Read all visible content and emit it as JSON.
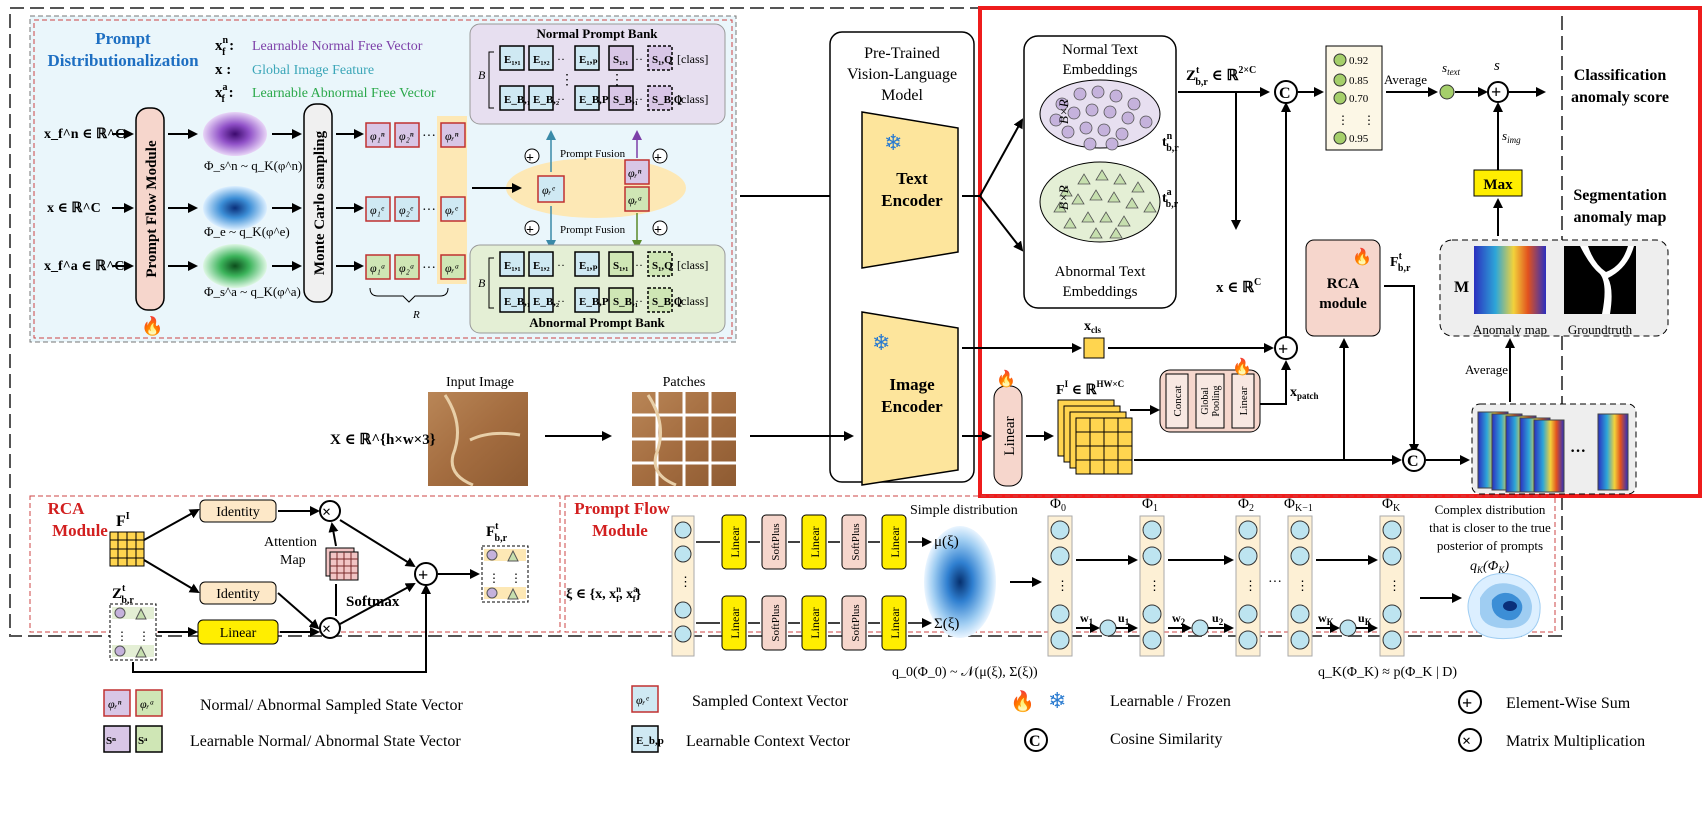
{
  "prompt_dist": {
    "title_line1": "Prompt",
    "title_line2": "Distributionalization",
    "legend_normal": "Learnable Normal Free Vector",
    "legend_global": "Global Image Feature",
    "legend_abnormal": "Learnable Abnormal Free Vector",
    "input_normal": "x_f^n ∈ ℝ^C",
    "input_global": "x ∈ ℝ^C",
    "input_abnormal": "x_f^a ∈ ℝ^C",
    "flow_module": "Prompt Flow Module",
    "mc_sampling": "Monte Carlo sampling",
    "phi_s_n": "Φ_s^n ~ q_K(φ^n)",
    "phi_e": "Φ_e ~ q_K(φ^e)",
    "phi_s_a": "Φ_s^a ~ q_K(φ^a)",
    "r_label": "R",
    "prompt_fusion": "Prompt Fusion",
    "normal_bank": "Normal Prompt Bank",
    "abnormal_bank": "Abnormal Prompt Bank",
    "class_token": "[class]",
    "b_label": "B"
  },
  "vlm": {
    "title": "Pre-Trained Vision-Language Model",
    "text_encoder": "Text Encoder",
    "image_encoder": "Image Encoder"
  },
  "input": {
    "input_image_label": "Input Image",
    "patches_label": "Patches",
    "x_label": "X ∈ ℝ^{h×w×3}"
  },
  "right": {
    "normal_text_emb": "Normal Text Embeddings",
    "abnormal_text_emb": "Abnormal Text Embeddings",
    "bxr": "B×R",
    "z_label": "Z_{b,r}^t ∈ ℝ^{2×C}",
    "t_n": "t_{b,r}^n",
    "t_a": "t_{b,r}^a",
    "scores": [
      "0.92",
      "0.85",
      "0.70",
      "0.95"
    ],
    "average": "Average",
    "s_text": "s_text",
    "s": "s",
    "s_img": "s_img",
    "classification": "Classification anomaly score",
    "max": "Max",
    "segmentation": "Segmentation anomaly map",
    "rca_module": "RCA module",
    "f_label": "F_{b,r}^t",
    "x_c": "x ∈ ℝ^C",
    "x_cls": "x_cls",
    "linear": "Linear",
    "f_i": "F^I ∈ ℝ^{HW×C}",
    "concat": "Concat",
    "global_pooling": "Global Pooling",
    "x_patch": "x_patch",
    "m_label": "M",
    "anomaly_map": "Anomaly map",
    "groundtruth": "Groundtruth",
    "average2": "Average"
  },
  "rca": {
    "title_line1": "RCA",
    "title_line2": "Module",
    "f_i": "F^I",
    "identity": "Identity",
    "attention_map": "Attention Map",
    "softmax": "Softmax",
    "z_label": "Z_{b,r}^t",
    "linear": "Linear",
    "f_out": "F_{b,r}^t"
  },
  "pfm": {
    "title_line1": "Prompt Flow",
    "title_line2": "Module",
    "xi": "ξ ∈ {x, x_f^n, x_f^a}",
    "linear": "Linear",
    "softplus": "SoftPlus",
    "simple_dist": "Simple distribution",
    "mu": "μ(ξ)",
    "sigma": "Σ(ξ)",
    "phis": [
      "Φ_0",
      "Φ_1",
      "Φ_2",
      "Φ_{K−1}",
      "Φ_K"
    ],
    "ws": [
      "w_1",
      "w_2",
      "w_K"
    ],
    "us": [
      "u_1",
      "u_2",
      "u_K"
    ],
    "q0": "q_0(Φ_0) ~ 𝒩(μ(ξ), Σ(ξ))",
    "qk": "q_K(Φ_K) ≈ p(Φ_K | D)",
    "complex_line1": "Complex distribution",
    "complex_line2": "that is closer to the true",
    "complex_line3": "posterior of prompts",
    "qk_short": "q_K(Φ_K)"
  },
  "legend": {
    "sampled_state": "Normal/ Abnormal Sampled State Vector",
    "learnable_state": "Learnable Normal/ Abnormal State Vector",
    "sampled_context": "Sampled Context Vector",
    "learnable_context": "Learnable Context Vector",
    "learnable_frozen": "Learnable / Frozen",
    "cosine": "Cosine Similarity",
    "sum": "Element-Wise Sum",
    "matmul": "Matrix Multiplication"
  },
  "colors": {
    "blue_title": "#1e6fc2",
    "red_title": "#d21f1f",
    "purple": "#7c3fa8",
    "teal": "#3ba6b8",
    "green": "#2aa84a",
    "yellow": "#ffe14d",
    "highlight_red": "#ee1c1c"
  }
}
